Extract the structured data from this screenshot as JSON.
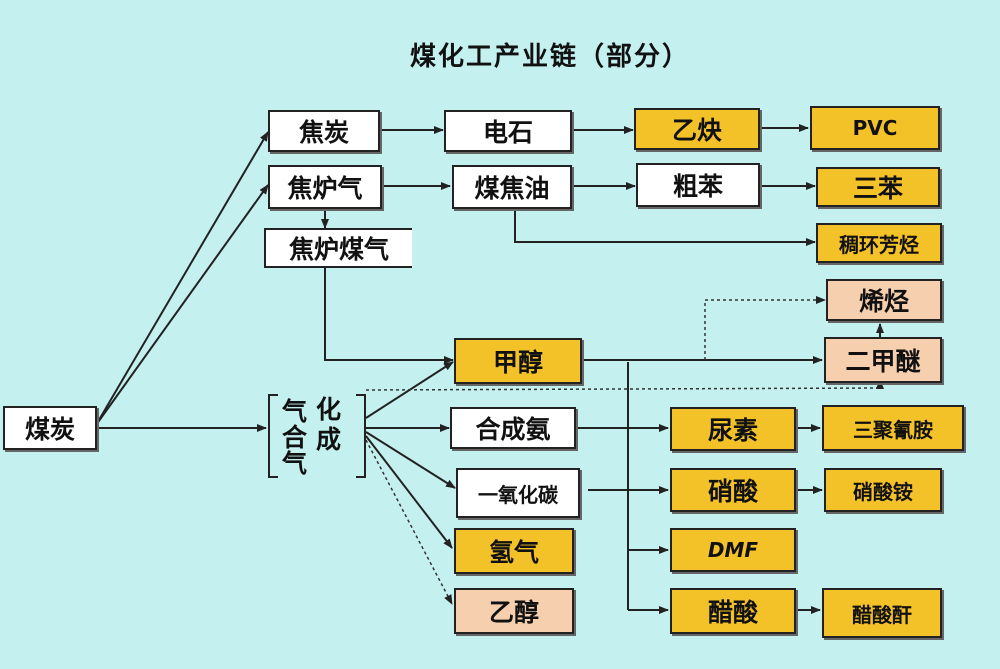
{
  "title": "煤化工产业链（部分）",
  "nodes": {
    "coal": "煤炭",
    "coke": "焦炭",
    "coke_oven_gas": "焦炉气",
    "coke_oven_coal_gas": "焦炉煤气",
    "syngas": {
      "c1": "气",
      "c2": "化",
      "c3": "合",
      "c4": "成",
      "c5": "气"
    },
    "calcium_carbide": "电石",
    "acetylene": "乙炔",
    "pvc": "PVC",
    "coal_tar": "煤焦油",
    "crude_benzene": "粗苯",
    "three_benzenes": "三苯",
    "fused_ring_aromatics": "稠环芳烃",
    "olefins": "烯烃",
    "dimethyl_ether": "二甲醚",
    "methanol": "甲醇",
    "ammonia": "合成氨",
    "urea": "尿素",
    "melamine": "三聚氰胺",
    "carbon_monoxide": "一氧化碳",
    "nitric_acid": "硝酸",
    "ammonium_nitrate": "硝酸铵",
    "dmf": "DMF",
    "hydrogen": "氢气",
    "ethanol": "乙醇",
    "acetic_acid": "醋酸",
    "acetic_anhydride": "醋酸酐"
  },
  "colors": {
    "background": "#c5f0f0",
    "gold": "#f3c229",
    "peach": "#f6cfae",
    "white": "#ffffff",
    "line": "#222222"
  }
}
